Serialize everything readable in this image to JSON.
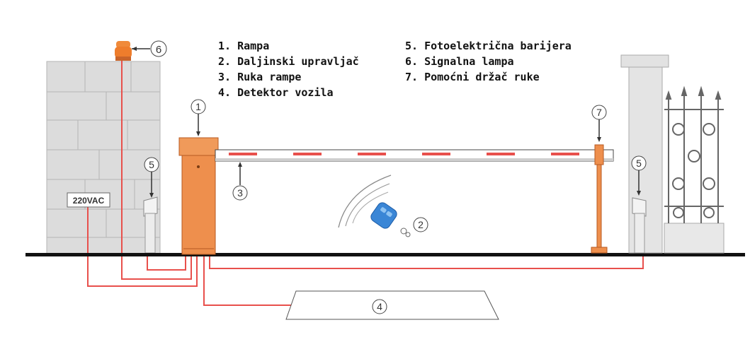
{
  "legend": {
    "left": [
      "1. Rampa",
      "2. Daljinski upravljač",
      "3. Ruka rampe",
      "4. Detektor vozila"
    ],
    "right": [
      "5. Fotoelektrična barijera",
      "6. Signalna lampa",
      "7. Pomoćni držač ruke"
    ]
  },
  "callouts": {
    "c1": "1",
    "c2": "2",
    "c3": "3",
    "c4": "4",
    "c5": "5",
    "c6": "6",
    "c7": "7"
  },
  "power_label": "220VAC",
  "colors": {
    "barrier_body": "#ee8f4d",
    "wire": "#e8504c",
    "arm_stripe": "#e8504c",
    "wall": "#dedede",
    "remote": "#3a86d6",
    "ground": "#111111"
  }
}
